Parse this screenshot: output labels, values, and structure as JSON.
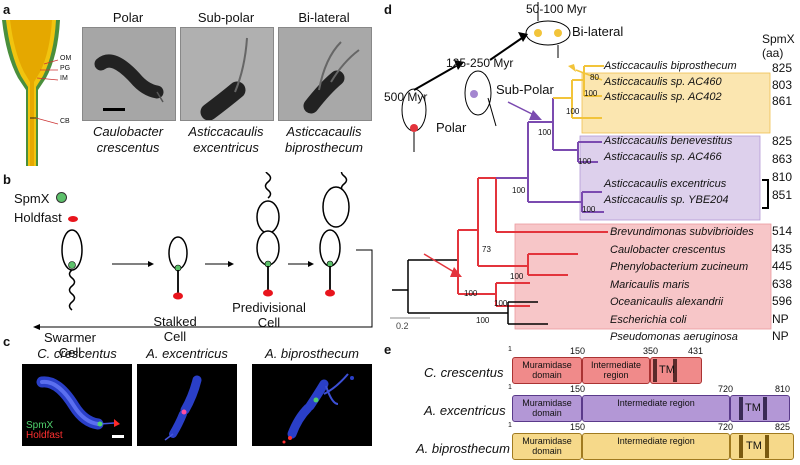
{
  "panel_a": {
    "label": "a",
    "cell_layers": [
      "OM",
      "PG",
      "IM",
      "CB"
    ],
    "titles": [
      "Polar",
      "Sub-polar",
      "Bi-lateral"
    ],
    "species": [
      {
        "genus": "Caulobacter",
        "epithet": "crescentus"
      },
      {
        "genus": "Asticcacaulis",
        "epithet": "excentricus"
      },
      {
        "genus": "Asticcacaulis",
        "epithet": "biprosthecum"
      }
    ]
  },
  "panel_b": {
    "label": "b",
    "legend": [
      {
        "name": "SpmX",
        "color": "#5cc06a"
      },
      {
        "name": "Holdfast",
        "color": "#e8141c"
      }
    ],
    "stages": [
      {
        "line1": "Swarmer",
        "line2": "Cell"
      },
      {
        "line1": "Stalked",
        "line2": "Cell"
      },
      {
        "line1": "Predivisional",
        "line2": "Cell"
      }
    ]
  },
  "panel_c": {
    "label": "c",
    "titles": [
      "C. crescentus",
      "A. excentricus",
      "A. biprosthecum"
    ],
    "legend": [
      {
        "name": "SpmX",
        "color": "#4fd06c"
      },
      {
        "name": "Holdfast",
        "color": "#ff3030"
      }
    ]
  },
  "panel_d": {
    "label": "d",
    "column_header": {
      "line1": "SpmX",
      "line2": "(aa)"
    },
    "times": [
      "500  Myr",
      "125-250 Myr",
      "50-100 Myr"
    ],
    "morphs": [
      "Polar",
      "Sub-Polar",
      "Bi-lateral"
    ],
    "taxa": [
      {
        "name": "Asticcacaulis biprosthecum",
        "aa": "825"
      },
      {
        "name": "Asticcacaulis sp. AC460",
        "aa": "803"
      },
      {
        "name": "Asticcacaulis sp. AC402",
        "aa": "861"
      },
      {
        "name": "Asticcacaulis benevestitus",
        "aa": "825"
      },
      {
        "name": "Asticcacaulis sp. AC466",
        "aa": "863"
      },
      {
        "name": "Asticcacaulis excentricus",
        "aa": "810"
      },
      {
        "name": "Asticcacaulis sp. YBE204",
        "aa": "851"
      },
      {
        "name": "Brevundimonas subvibrioides",
        "aa": "514"
      },
      {
        "name": "Caulobacter crescentus",
        "aa": "435"
      },
      {
        "name": "Phenylobacterium zucineum",
        "aa": "445"
      },
      {
        "name": "Maricaulis maris",
        "aa": "638"
      },
      {
        "name": "Oceanicaulis alexandrii",
        "aa": "596"
      },
      {
        "name": "Escherichia coli",
        "aa": "NP"
      },
      {
        "name": "Pseudomonas aeruginosa",
        "aa": "NP"
      }
    ],
    "bootstrap": [
      "80",
      "100",
      "100",
      "100",
      "100",
      "100",
      "100",
      "73",
      "100",
      "100",
      "100",
      "100"
    ],
    "scale": "0.2",
    "colors": {
      "polar": "#e3343c",
      "subpolar": "#7b4bb0",
      "bilateral": "#f2c43a",
      "polar_bg": "#f7c6c8",
      "subpolar_bg": "#ddd0ec",
      "bilateral_bg": "#fbe6b0"
    }
  },
  "panel_e": {
    "label": "e",
    "rows": [
      {
        "species": "C. crescentus",
        "ticks": [
          "1",
          "150",
          "350",
          "431"
        ],
        "muramidase": "Muramidase domain",
        "intermediate": "Intermediate region",
        "tm": "TM",
        "color": "#f08a8a"
      },
      {
        "species": "A. excentricus",
        "ticks": [
          "1",
          "150",
          "720",
          "810"
        ],
        "muramidase": "Muramidase domain",
        "intermediate": "Intermediate region",
        "tm": "TM",
        "color": "#b397d6"
      },
      {
        "species": "A. biprosthecum",
        "ticks": [
          "1",
          "150",
          "720",
          "825"
        ],
        "muramidase": "Muramidase domain",
        "intermediate": "Intermediate region",
        "tm": "TM",
        "color": "#f6d98a"
      }
    ]
  }
}
